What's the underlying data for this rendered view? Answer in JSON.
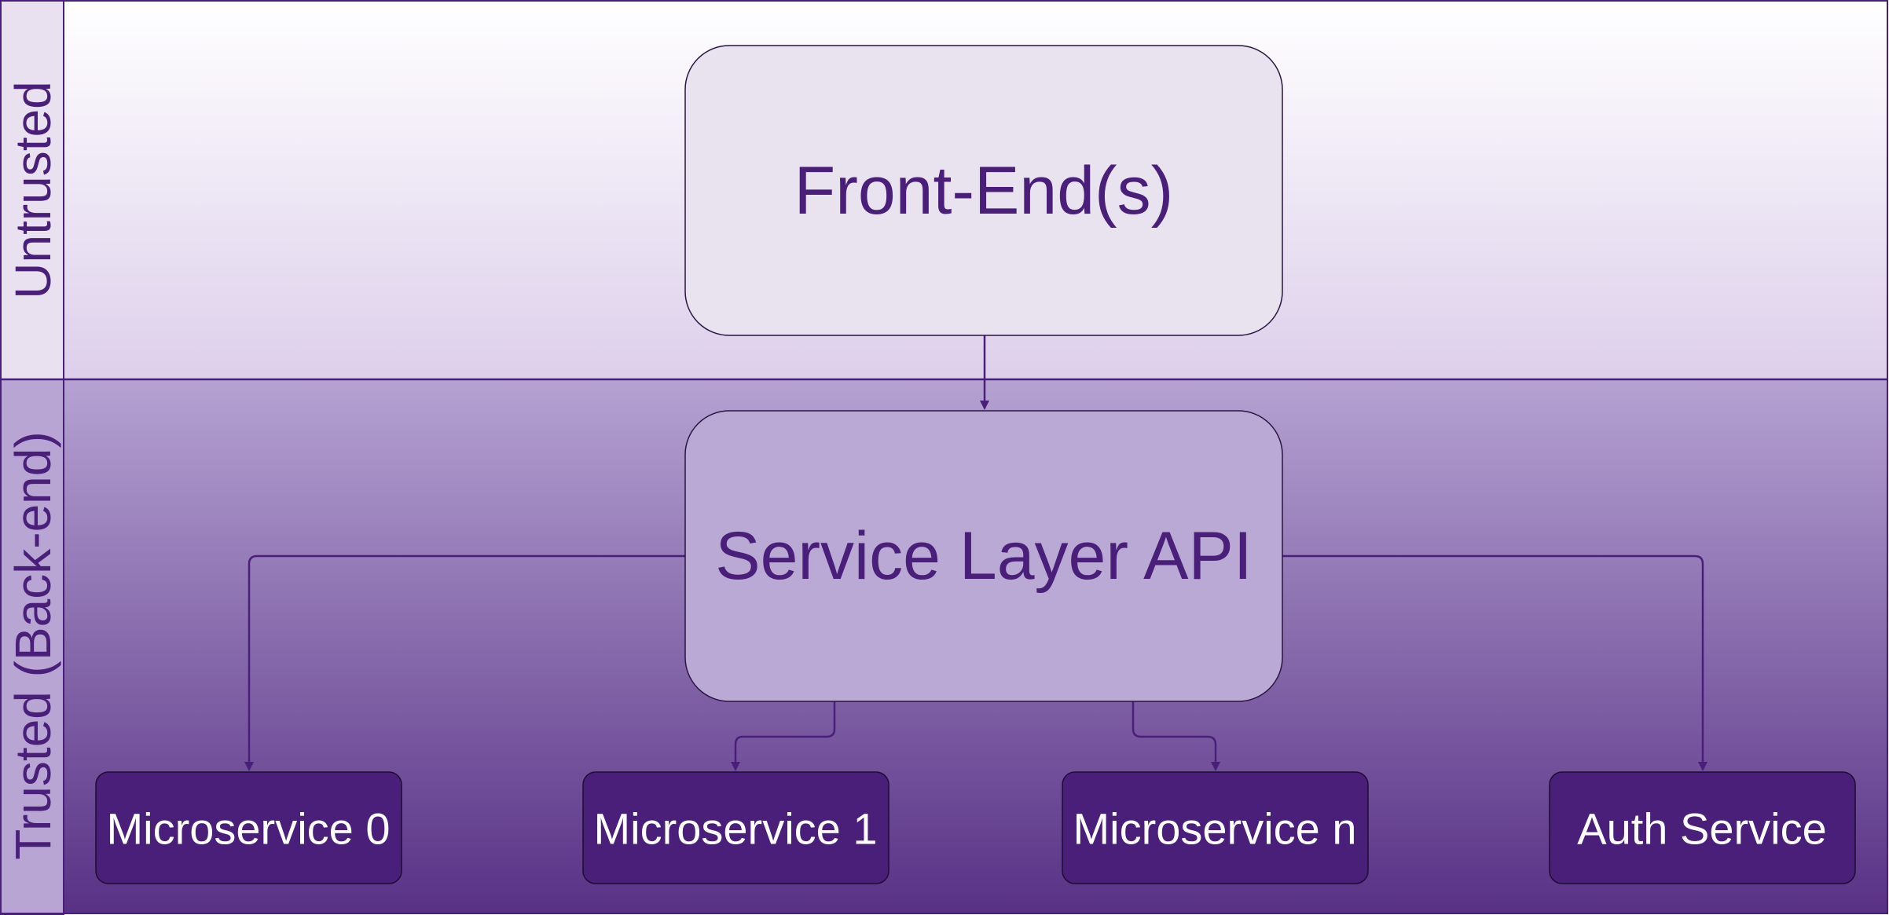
{
  "colors": {
    "primary": "#4a1f7a",
    "untrusted_top": "#ffffff",
    "untrusted_bottom": "#ddcfeb",
    "trusted_top": "#b5a2d2",
    "trusted_bottom": "#583185",
    "untrusted_lane_label_bg": "#e9e1ef",
    "trusted_lane_label_bg": "#b8a5d4",
    "frontend_box": "#e9e3ef",
    "service_box": "#baa8d5",
    "microservice_box": "#4a1f7a",
    "microservice_text": "#ffffff"
  },
  "lanes": {
    "untrusted": {
      "label": "Untrusted"
    },
    "trusted": {
      "label": "Trusted (Back-end)"
    }
  },
  "nodes": {
    "frontend": {
      "label": "Front-End(s)"
    },
    "service_layer": {
      "label": "Service Layer API"
    },
    "microservice_0": {
      "label": "Microservice 0"
    },
    "microservice_1": {
      "label": "Microservice 1"
    },
    "microservice_n": {
      "label": "Microservice n"
    },
    "auth_service": {
      "label": "Auth Service"
    }
  },
  "edges": [
    {
      "from": "Front-End(s)",
      "to": "Service Layer API"
    },
    {
      "from": "Service Layer API",
      "to": "Microservice 0"
    },
    {
      "from": "Service Layer API",
      "to": "Microservice 1"
    },
    {
      "from": "Service Layer API",
      "to": "Microservice n"
    },
    {
      "from": "Service Layer API",
      "to": "Auth Service"
    }
  ]
}
